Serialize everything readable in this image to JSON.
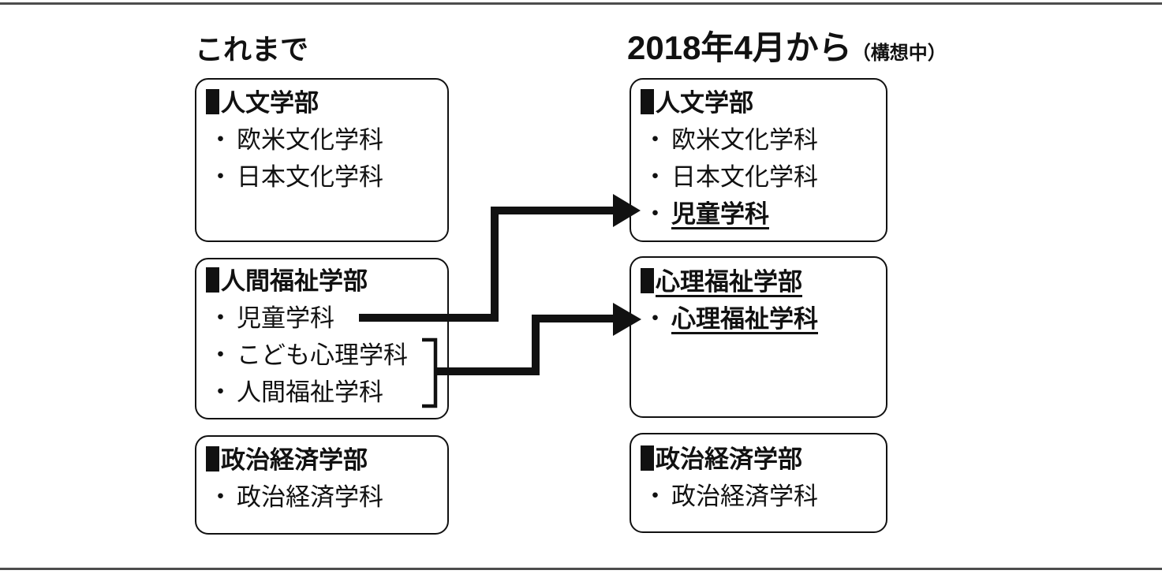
{
  "colors": {
    "ink": "#111111",
    "rule": "#4d4d4d"
  },
  "before": {
    "title": "これまで",
    "boxes": [
      {
        "marker_glyph": "■",
        "faculty": "人文学部",
        "items": [
          {
            "bullet": "・",
            "label": "欧米文化学科"
          },
          {
            "bullet": "・",
            "label": "日本文化学科"
          }
        ]
      },
      {
        "marker_glyph": "■",
        "faculty": "人間福祉学部",
        "items": [
          {
            "bullet": "・",
            "label": "児童学科"
          },
          {
            "bullet": "・",
            "label": "こども心理学科"
          },
          {
            "bullet": "・",
            "label": "人間福祉学科"
          }
        ]
      },
      {
        "marker_glyph": "■",
        "faculty": "政治経済学部",
        "items": [
          {
            "bullet": "・",
            "label": "政治経済学科"
          }
        ]
      }
    ]
  },
  "after": {
    "title": "2018年4月から",
    "title_note": "（構想中）",
    "boxes": [
      {
        "marker_glyph": "■",
        "faculty": "人文学部",
        "items": [
          {
            "bullet": "・",
            "label": "欧米文化学科"
          },
          {
            "bullet": "・",
            "label": "日本文化学科"
          },
          {
            "bullet": "・",
            "label": "児童学科",
            "highlight": true
          }
        ]
      },
      {
        "marker_glyph": "■",
        "faculty": "心理福祉学部",
        "faculty_highlight": true,
        "items": [
          {
            "bullet": "・",
            "label": "心理福祉学科",
            "highlight": true
          }
        ]
      },
      {
        "marker_glyph": "■",
        "faculty": "政治経済学部",
        "items": [
          {
            "bullet": "・",
            "label": "政治経済学科"
          }
        ]
      }
    ]
  },
  "arrows": [
    {
      "name": "arrow-jido-gakka-move"
    },
    {
      "name": "merge-bracket"
    },
    {
      "name": "arrow-merge-to-shinri-fukushi"
    }
  ]
}
